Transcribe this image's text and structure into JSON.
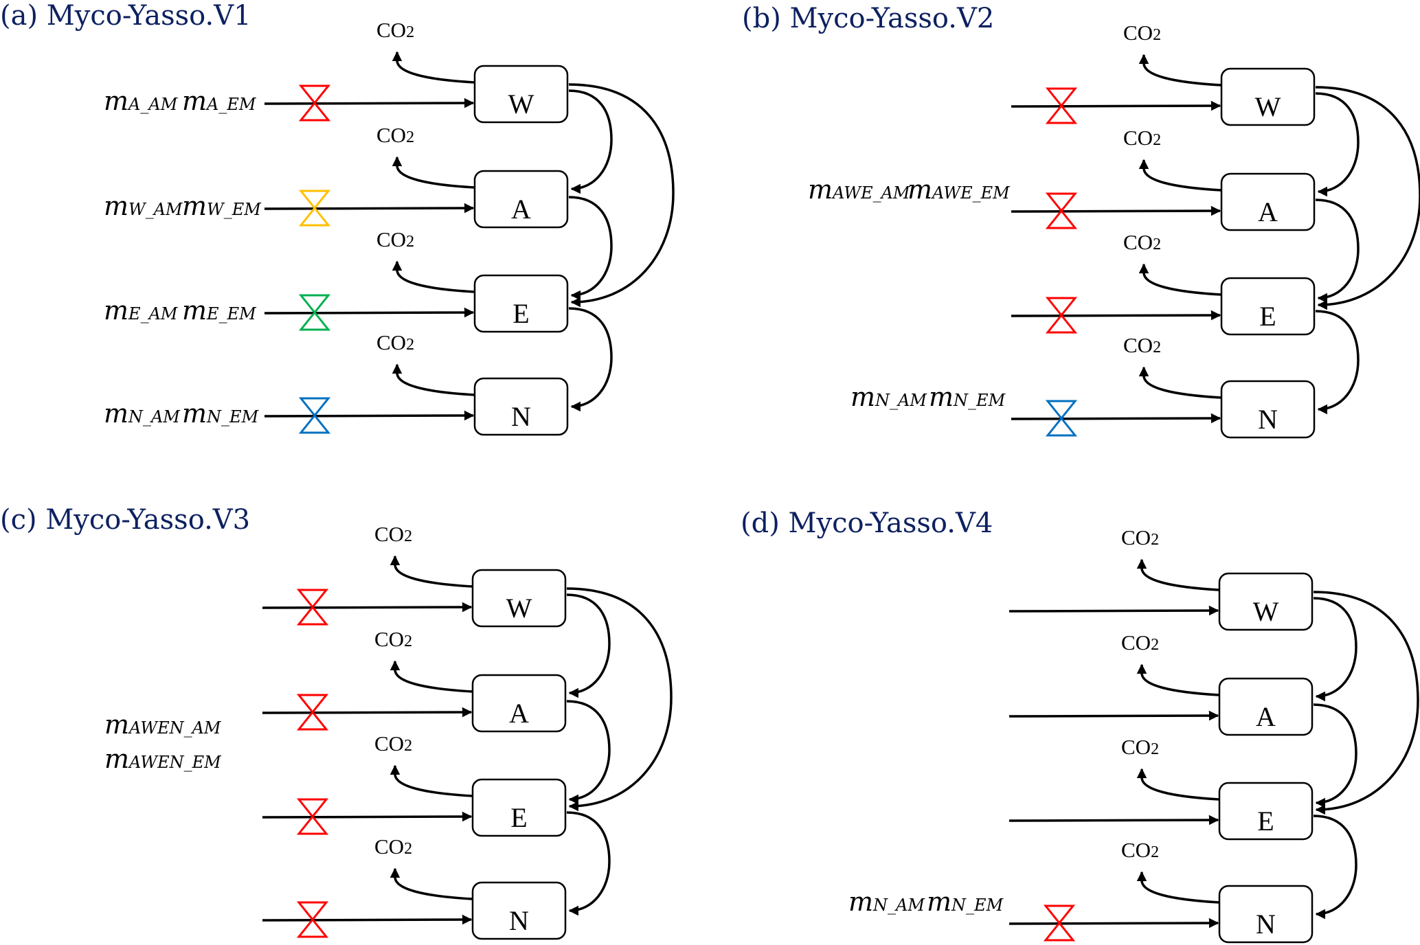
{
  "figure": {
    "panels": [
      {
        "id": "a",
        "title": "(a) Myco-Yasso.V1",
        "pools": [
          "W",
          "A",
          "E",
          "N"
        ],
        "co2_label": {
          "main": "CO",
          "sub": "2"
        },
        "inputs": [
          {
            "pool": "W",
            "valve": true,
            "valve_color": "#FF0000"
          },
          {
            "pool": "A",
            "valve": true,
            "valve_color": "#FFC000"
          },
          {
            "pool": "E",
            "valve": true,
            "valve_color": "#00B050"
          },
          {
            "pool": "N",
            "valve": true,
            "valve_color": "#0070C0"
          }
        ],
        "flow_labels": [
          {
            "row": "W",
            "terms": [
              {
                "m": "m",
                "sub": "A_AM"
              },
              {
                "m": "m",
                "sub": "A_EM"
              }
            ],
            "layout": "inline"
          },
          {
            "row": "A",
            "terms": [
              {
                "m": "m",
                "sub": "W_AM"
              },
              {
                "m": "m",
                "sub": "W_EM"
              }
            ],
            "layout": "inline"
          },
          {
            "row": "E",
            "terms": [
              {
                "m": "m",
                "sub": "E_AM"
              },
              {
                "m": "m",
                "sub": "E_EM"
              }
            ],
            "layout": "inline"
          },
          {
            "row": "N",
            "terms": [
              {
                "m": "m",
                "sub": "N_AM"
              },
              {
                "m": "m",
                "sub": "N_EM"
              }
            ],
            "layout": "inline"
          }
        ],
        "transfers": [
          [
            "W",
            "A"
          ],
          [
            "W",
            "E"
          ],
          [
            "A",
            "E"
          ],
          [
            "E",
            "N"
          ]
        ]
      },
      {
        "id": "b",
        "title": "(b) Myco-Yasso.V2",
        "pools": [
          "W",
          "A",
          "E",
          "N"
        ],
        "co2_label": {
          "main": "CO",
          "sub": "2"
        },
        "inputs": [
          {
            "pool": "W",
            "valve": true,
            "valve_color": "#FF0000"
          },
          {
            "pool": "A",
            "valve": true,
            "valve_color": "#FF0000"
          },
          {
            "pool": "E",
            "valve": true,
            "valve_color": "#FF0000"
          },
          {
            "pool": "N",
            "valve": true,
            "valve_color": "#0070C0"
          }
        ],
        "flow_labels": [
          {
            "row": "A",
            "terms": [
              {
                "m": "m",
                "sub": "AWE_AM"
              },
              {
                "m": "m",
                "sub": "AWE_EM"
              }
            ],
            "layout": "inline"
          },
          {
            "row": "N",
            "terms": [
              {
                "m": "m",
                "sub": "N_AM"
              },
              {
                "m": "m",
                "sub": "N_EM"
              }
            ],
            "layout": "inline"
          }
        ],
        "transfers": [
          [
            "W",
            "A"
          ],
          [
            "W",
            "E"
          ],
          [
            "A",
            "E"
          ],
          [
            "E",
            "N"
          ]
        ]
      },
      {
        "id": "c",
        "title": "(c) Myco-Yasso.V3",
        "pools": [
          "W",
          "A",
          "E",
          "N"
        ],
        "co2_label": {
          "main": "CO",
          "sub": "2"
        },
        "inputs": [
          {
            "pool": "W",
            "valve": true,
            "valve_color": "#FF0000"
          },
          {
            "pool": "A",
            "valve": true,
            "valve_color": "#FF0000"
          },
          {
            "pool": "E",
            "valve": true,
            "valve_color": "#FF0000"
          },
          {
            "pool": "N",
            "valve": true,
            "valve_color": "#FF0000"
          }
        ],
        "flow_labels": [
          {
            "row": "A-E",
            "terms": [
              {
                "m": "m",
                "sub": "AWEN_AM"
              },
              {
                "m": "m",
                "sub": "AWEN_EM"
              }
            ],
            "layout": "stacked"
          }
        ],
        "transfers": [
          [
            "W",
            "A"
          ],
          [
            "W",
            "E"
          ],
          [
            "A",
            "E"
          ],
          [
            "E",
            "N"
          ]
        ]
      },
      {
        "id": "d",
        "title": "(d) Myco-Yasso.V4",
        "pools": [
          "W",
          "A",
          "E",
          "N"
        ],
        "co2_label": {
          "main": "CO",
          "sub": "2"
        },
        "inputs": [
          {
            "pool": "W",
            "valve": false
          },
          {
            "pool": "A",
            "valve": false
          },
          {
            "pool": "E",
            "valve": false
          },
          {
            "pool": "N",
            "valve": true,
            "valve_color": "#FF0000"
          }
        ],
        "flow_labels": [
          {
            "row": "N",
            "terms": [
              {
                "m": "m",
                "sub": "N_AM"
              },
              {
                "m": "m",
                "sub": "N_EM"
              }
            ],
            "layout": "inline"
          }
        ],
        "transfers": [
          [
            "W",
            "A"
          ],
          [
            "W",
            "E"
          ],
          [
            "A",
            "E"
          ],
          [
            "E",
            "N"
          ]
        ]
      }
    ],
    "colors": {
      "title": "#0d2160",
      "line": "#000000"
    }
  }
}
